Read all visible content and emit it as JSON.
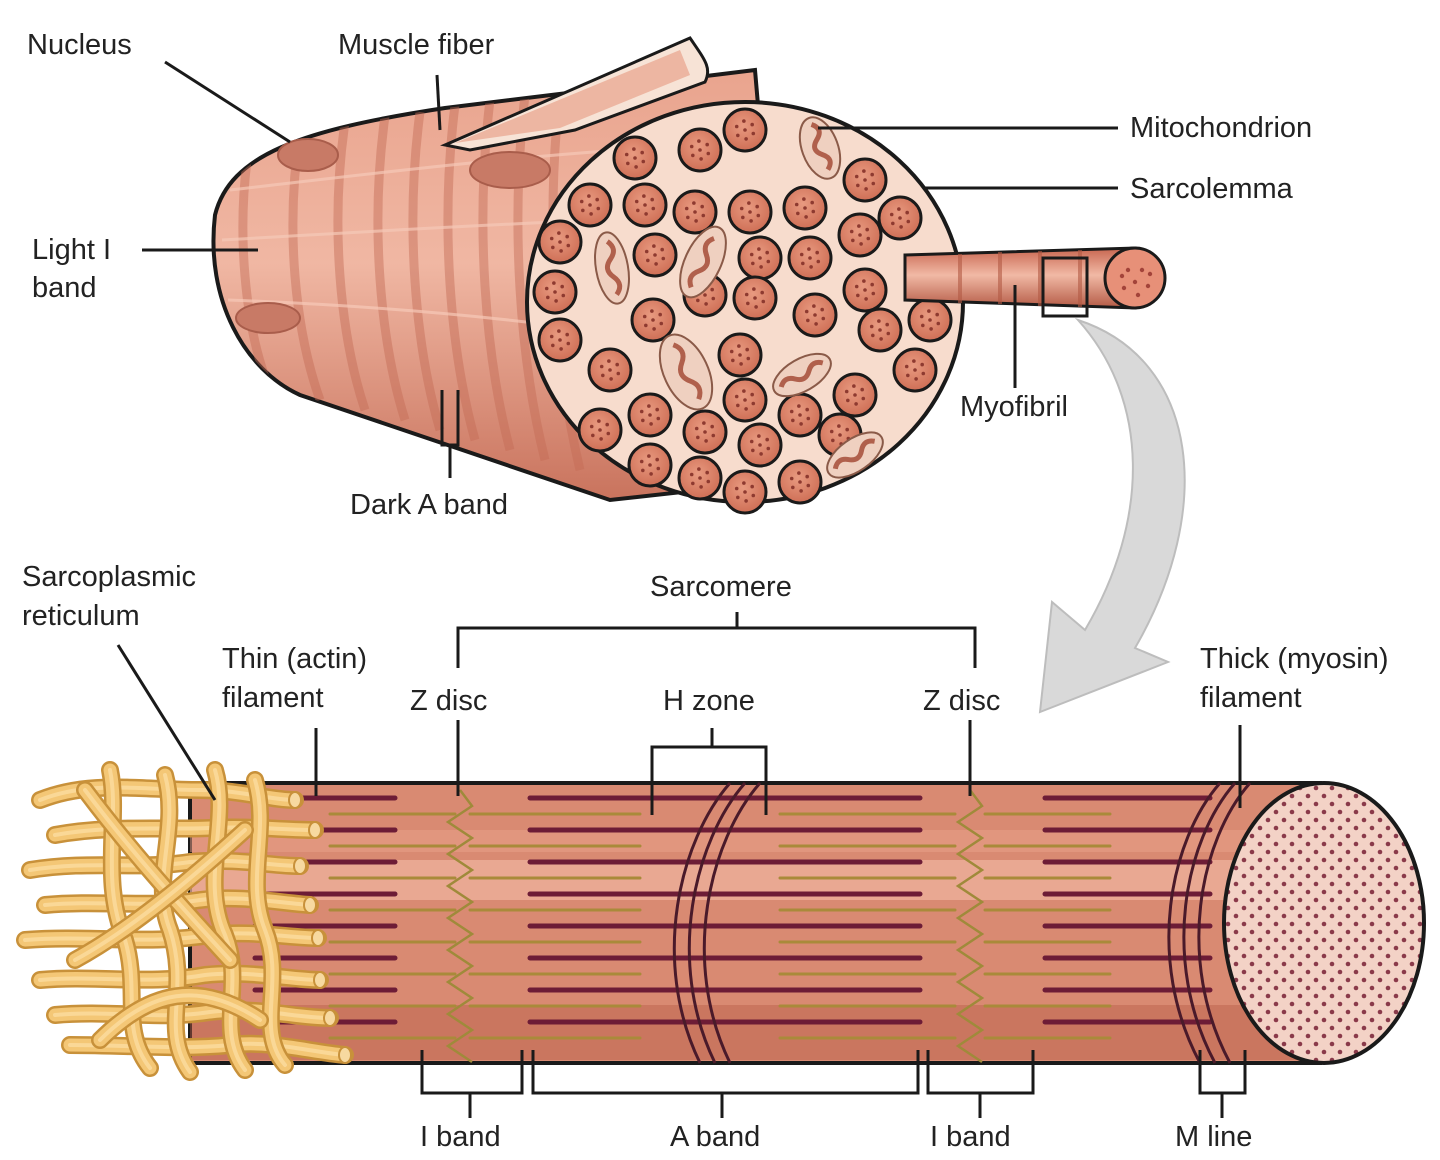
{
  "labels": {
    "nucleus": "Nucleus",
    "muscle_fiber": "Muscle fiber",
    "mitochondrion": "Mitochondrion",
    "sarcolemma": "Sarcolemma",
    "light_i_band_1": "Light I",
    "light_i_band_2": "band",
    "myofibril": "Myofibril",
    "dark_a_band": "Dark A band",
    "sarcoplasmic_reticulum_1": "Sarcoplasmic",
    "sarcoplasmic_reticulum_2": "reticulum",
    "sarcomere": "Sarcomere",
    "thin_filament_1": "Thin (actin)",
    "thin_filament_2": "filament",
    "z_disc_left": "Z disc",
    "h_zone": "H zone",
    "z_disc_right": "Z disc",
    "thick_filament_1": "Thick (myosin)",
    "thick_filament_2": "filament",
    "i_band_left": "I band",
    "a_band": "A band",
    "i_band_right": "I band",
    "m_line": "M line"
  },
  "colors": {
    "muscle": "#d98a72",
    "muscle_dark": "#b55e4a",
    "muscle_light": "#f0b8a6",
    "myofibril_fill": "#d7775f",
    "section_bg": "#f6d6c6",
    "reticulum": "#f2c170",
    "myosin": "#6d1c36",
    "actin": "#a98a3a",
    "arrow": "#d9d9d9",
    "outline": "#1a1a1a"
  }
}
